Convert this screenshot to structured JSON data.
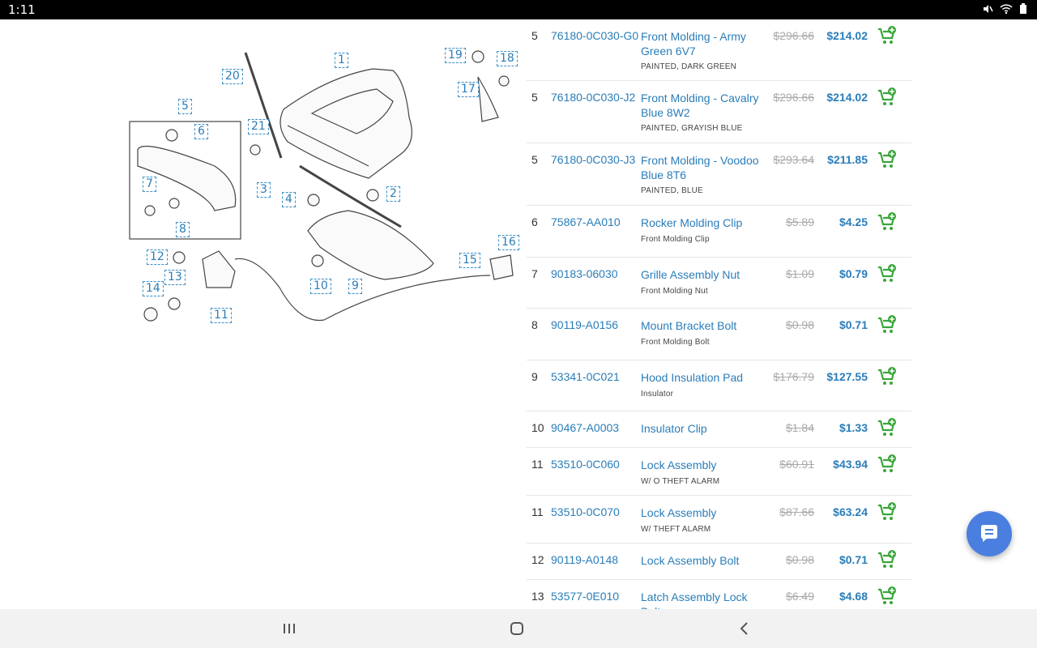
{
  "status": {
    "time": "1:11"
  },
  "diagram": {
    "callouts": [
      "1",
      "2",
      "3",
      "4",
      "5",
      "6",
      "7",
      "8",
      "9",
      "10",
      "11",
      "12",
      "13",
      "14",
      "15",
      "16",
      "17",
      "18",
      "19",
      "20",
      "21"
    ]
  },
  "rows": [
    {
      "num": "5",
      "pn": "76180-0C030-G0",
      "name": "Front Molding - Army Green 6V7",
      "note": "PAINTED, DARK GREEN",
      "old": "$296.66",
      "price": "$214.02"
    },
    {
      "num": "5",
      "pn": "76180-0C030-J2",
      "name": "Front Molding - Cavalry Blue 8W2",
      "note": "PAINTED, GRAYISH BLUE",
      "old": "$296.66",
      "price": "$214.02"
    },
    {
      "num": "5",
      "pn": "76180-0C030-J3",
      "name": "Front Molding - Voodoo Blue 8T6",
      "note": "PAINTED, BLUE",
      "old": "$293.64",
      "price": "$211.85"
    },
    {
      "num": "6",
      "pn": "75867-AA010",
      "name": "Rocker Molding Clip",
      "note": "Front Molding Clip",
      "old": "$5.89",
      "price": "$4.25"
    },
    {
      "num": "7",
      "pn": "90183-06030",
      "name": "Grille Assembly Nut",
      "note": "Front Molding Nut",
      "old": "$1.09",
      "price": "$0.79"
    },
    {
      "num": "8",
      "pn": "90119-A0156",
      "name": "Mount Bracket Bolt",
      "note": "Front Molding Bolt",
      "old": "$0.98",
      "price": "$0.71"
    },
    {
      "num": "9",
      "pn": "53341-0C021",
      "name": "Hood Insulation Pad",
      "note": "Insulator",
      "old": "$176.79",
      "price": "$127.55"
    },
    {
      "num": "10",
      "pn": "90467-A0003",
      "name": "Insulator Clip",
      "note": "",
      "old": "$1.84",
      "price": "$1.33"
    },
    {
      "num": "11",
      "pn": "53510-0C060",
      "name": "Lock Assembly",
      "note": "W/ O THEFT ALARM",
      "old": "$60.91",
      "price": "$43.94"
    },
    {
      "num": "11",
      "pn": "53510-0C070",
      "name": "Lock Assembly",
      "note": "W/ THEFT ALARM",
      "old": "$87.66",
      "price": "$63.24"
    },
    {
      "num": "12",
      "pn": "90119-A0148",
      "name": "Lock Assembly Bolt",
      "note": "",
      "old": "$0.98",
      "price": "$0.71"
    },
    {
      "num": "13",
      "pn": "53577-0E010",
      "name": "Latch Assembly Lock Bolt",
      "note": "",
      "old": "$6.49",
      "price": "$4.68"
    }
  ],
  "icons": {
    "cart": "add-to-cart-icon",
    "chat": "chat-icon"
  },
  "colors": {
    "link": "#2a7db8",
    "cart": "#3aa63a",
    "chat": "#4a7fe0"
  }
}
